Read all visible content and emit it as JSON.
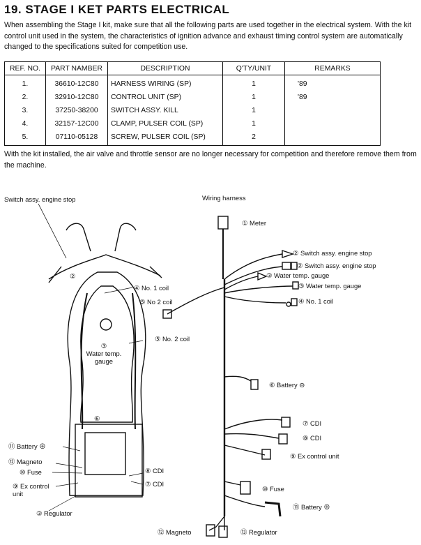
{
  "heading": "19. STAGE I KET PARTS ELECTRICAL",
  "intro": "When assembling the Stage I kit, make sure that all the following parts are used together in the electrical system. With the kit control unit used in the system, the characteristics of ignition advance and exhaust timing control system are automatically changed to the specifications suited for competition use.",
  "table": {
    "headers": [
      "REF. NO.",
      "PART NAMBER",
      "DESCRIPTION",
      "Q'TY/UNIT",
      "REMARKS"
    ],
    "rows": [
      {
        "ref": "1.",
        "part": "36610-12C80",
        "desc": "HARNESS WIRING (SP)",
        "qty": "1",
        "remarks": "'89"
      },
      {
        "ref": "2.",
        "part": "32910-12C80",
        "desc": "CONTROL UNIT (SP)",
        "qty": "1",
        "remarks": "'89"
      },
      {
        "ref": "3.",
        "part": "37250-38200",
        "desc": "SWITCH ASSY. KILL",
        "qty": "1",
        "remarks": ""
      },
      {
        "ref": "4.",
        "part": "32157-12C00",
        "desc": "CLAMP, PULSER COIL (SP)",
        "qty": "1",
        "remarks": ""
      },
      {
        "ref": "5.",
        "part": "07110-05128",
        "desc": "SCREW, PULSER COIL (SP)",
        "qty": "2",
        "remarks": ""
      }
    ]
  },
  "note": "With the kit installed, the air valve and throttle sensor are no longer necessary for competition and therefore remove them from the machine.",
  "diagram": {
    "left_labels": {
      "switch_assy": "Switch assy. engine stop",
      "n2": "②",
      "no1coil_num": "④",
      "no1coil": "No. 1 coil",
      "no2coil_a_num": "⑤",
      "no2coil_a": "No 2 coil",
      "no2coil_b_num": "⑤",
      "no2coil_b": "No. 2 coil",
      "water_num": "③",
      "water": "Water temp. gauge",
      "n6": "⑥",
      "battery_num": "⑪",
      "battery": "Battery ⊕",
      "magneto_num": "⑫",
      "magneto": "Magneto",
      "fuse_num": "⑩",
      "fuse": "Fuse",
      "excontrol_num": "⑨",
      "excontrol": "Ex control unit",
      "cdi_a_num": "⑧",
      "cdi_a": "CDI",
      "cdi_b_num": "⑦",
      "cdi_b": "CDI",
      "regulator_num": "③",
      "regulator": "Regulator"
    },
    "right_labels": {
      "wiring_harness": "Wiring harness",
      "meter_num": "①",
      "meter": "Meter",
      "sw1_num": "②",
      "sw1": "Switch assy. engine stop",
      "sw2_num": "②",
      "sw2": "Switch assy. engine stop",
      "wt1_num": "③",
      "wt1": "Water temp. gauge",
      "wt2_num": "③",
      "wt2": "Water temp. gauge",
      "coil_num": "④",
      "coil": "No. 1 coil",
      "batt_neg_num": "⑥",
      "batt_neg": "Battery ⊖",
      "cdi7_num": "⑦",
      "cdi7": "CDI",
      "cdi8_num": "⑧",
      "cdi8": "CDI",
      "exc_num": "⑨",
      "exc": "Ex control unit",
      "fuse_num": "⑩",
      "fuse": "Fuse",
      "batt_pos_num": "⑪",
      "batt_pos": "Battery ⊕",
      "mag_num": "⑫",
      "mag": "Magneto",
      "reg_num": "⑬",
      "reg": "Regulator"
    }
  }
}
